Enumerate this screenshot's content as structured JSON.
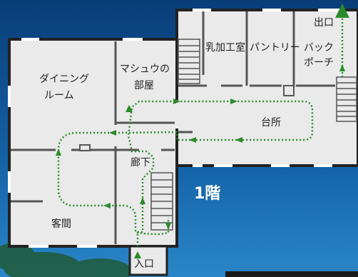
{
  "floor_label": "1階",
  "rooms": {
    "dining_room": [
      "ダイニング",
      "ルーム"
    ],
    "mashu_room": [
      "マシュウの",
      "部屋"
    ],
    "milk_room": "乳加工室",
    "pantry": "パントリー",
    "back_porch": [
      "バック",
      "ポーチ"
    ],
    "exit": "出口",
    "kitchen": "台所",
    "hallway": "廊下",
    "guest_room": "客間",
    "entrance": "入口"
  },
  "colors": {
    "sky_top": "#0a3d78",
    "sky_bottom": "#1d7cc4",
    "floor": "#eaeaea",
    "wall": "#222222",
    "route": "#2a8a2a",
    "window": "#ffffff"
  }
}
